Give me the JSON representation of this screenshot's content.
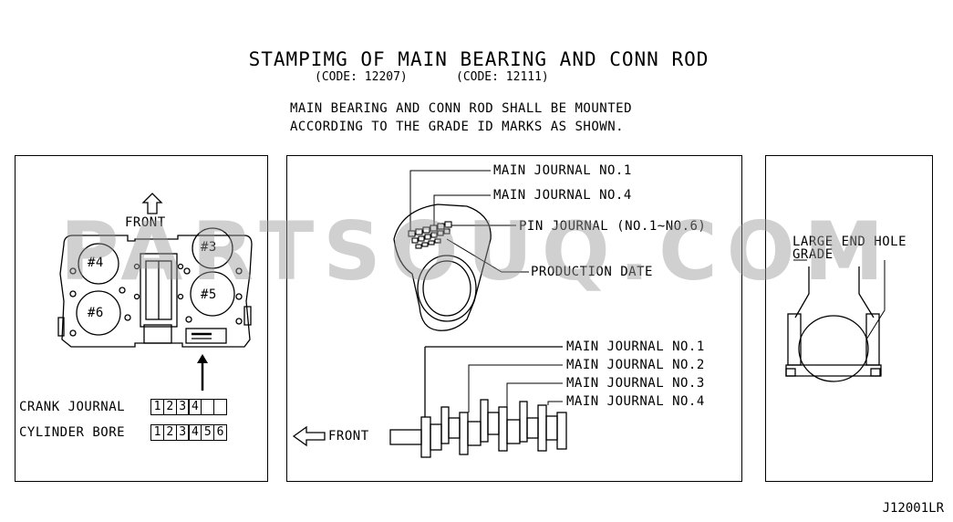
{
  "title": "STAMPIMG OF MAIN BEARING AND CONN ROD",
  "codes": [
    "(CODE: 12207)",
    "(CODE: 12111)"
  ],
  "note_lines": [
    "MAIN BEARING AND CONN ROD SHALL BE MOUNTED",
    "ACCORDING TO THE GRADE ID MARKS AS SHOWN."
  ],
  "left_panel": {
    "front_label": "FRONT",
    "cylinders": [
      "#4",
      "#3",
      "#5",
      "#6"
    ],
    "crank_journal_label": "CRANK JOURNAL",
    "crank_journal_cells": [
      "1",
      "2",
      "3",
      "4",
      "",
      ""
    ],
    "cylinder_bore_label": "CYLINDER BORE",
    "cylinder_bore_cells": [
      "1",
      "2",
      "3",
      "4",
      "5",
      "6"
    ]
  },
  "middle_panel": {
    "upper_labels": [
      "MAIN JOURNAL NO.1",
      "MAIN JOURNAL NO.4",
      "PIN JOURNAL (NO.1~NO.6)",
      "PRODUCTION DATE"
    ],
    "lower_labels": [
      "MAIN JOURNAL NO.1",
      "MAIN JOURNAL NO.2",
      "MAIN JOURNAL NO.3",
      "MAIN JOURNAL NO.4"
    ],
    "front_label": "FRONT"
  },
  "right_panel": {
    "label_line1": "LARGE END HOLE",
    "label_line2": "GRADE"
  },
  "watermark": "PARTSOUQ.COM",
  "ref_code": "J12001LR"
}
